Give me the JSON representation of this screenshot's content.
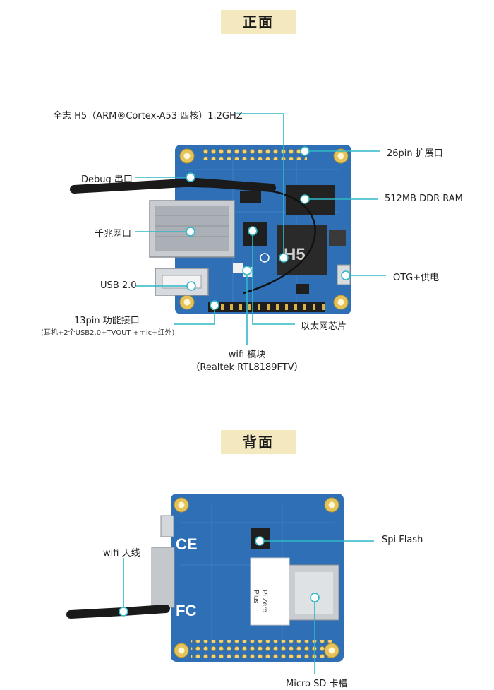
{
  "front": {
    "title": "正面",
    "labels": {
      "cpu": "全志 H5（ARM®Cortex-A53 四核）1.2GHZ",
      "debug": "Debug 串口",
      "ethernet": "千兆网口",
      "usb": "USB 2.0",
      "pin13": "13pin 功能接口",
      "pin13_note": "(耳机+2个USB2.0+TVOUT +mic+红外)",
      "pin26": "26pin 扩展口",
      "ram": "512MB DDR RAM",
      "otg": "OTG+供电",
      "ethernet_chip": "以太网芯片",
      "wifi_line1": "wifi 模块",
      "wifi_line2": "（Realtek RTL8189FTV）"
    },
    "chip_text": "H5"
  },
  "back": {
    "title": "背面",
    "labels": {
      "wifi_antenna": "wifi 天线",
      "spi": "Spi Flash",
      "microsd": "Micro SD 卡槽"
    },
    "board_marks": {
      "ce": "CE",
      "fc": "FC",
      "sticker_line1": "Pi Zero",
      "sticker_line2": "Plus"
    }
  },
  "colors": {
    "title_bg": "#f4e8bf",
    "board": "#2f6fb6",
    "callout": "#2fb8c6",
    "pad": "#e3c35a"
  }
}
